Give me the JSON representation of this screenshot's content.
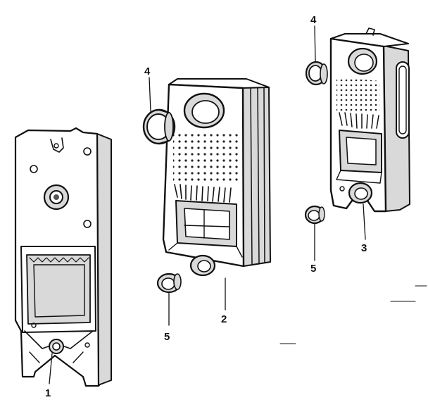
{
  "callouts": {
    "part1": "1",
    "part2": "2",
    "part3": "3",
    "part4_left": "4",
    "part4_right": "4",
    "part5_left": "5",
    "part5_right": "5"
  }
}
